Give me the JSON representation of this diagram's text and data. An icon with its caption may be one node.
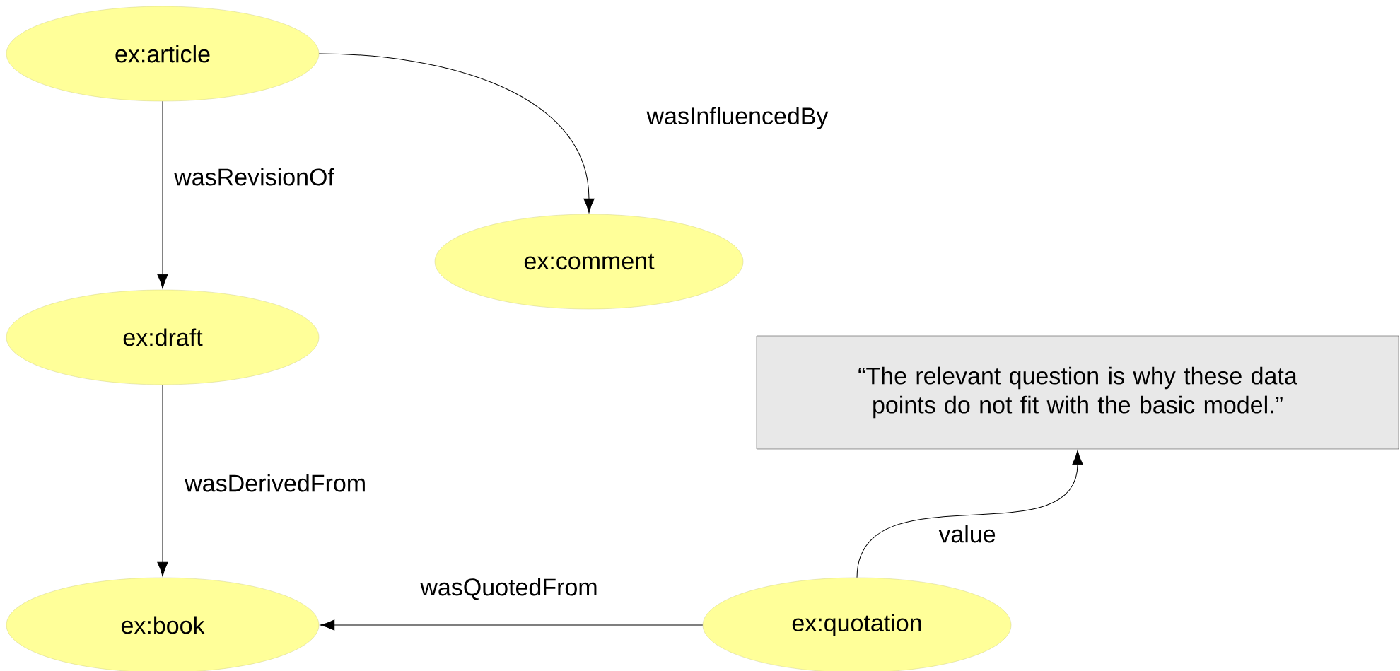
{
  "diagram": {
    "nodes": [
      {
        "text": [
          "ex:article"
        ]
      },
      {
        "text": [
          "ex:comment"
        ]
      },
      {
        "text": [
          "ex:draft"
        ]
      },
      {
        "text": [
          "“The relevant question is why these data points do not fit with the basic model.”"
        ]
      },
      {
        "text": [
          "ex:book"
        ]
      },
      {
        "text": [
          "ex:quotation"
        ]
      }
    ],
    "edges": [
      {
        "from": 0,
        "to": 2,
        "arrow": "to",
        "label": "wasRevisionOf"
      },
      {
        "from": 0,
        "to": 1,
        "arrow": "to",
        "label": "wasInfluencedBy"
      },
      {
        "from": 2,
        "to": 4,
        "arrow": "to",
        "label": "wasDerivedFrom"
      },
      {
        "from": 5,
        "to": 4,
        "arrow": "to",
        "label": "wasQuotedFrom"
      },
      {
        "from": 5,
        "to": 3,
        "arrow": "to",
        "label": "value"
      }
    ]
  }
}
